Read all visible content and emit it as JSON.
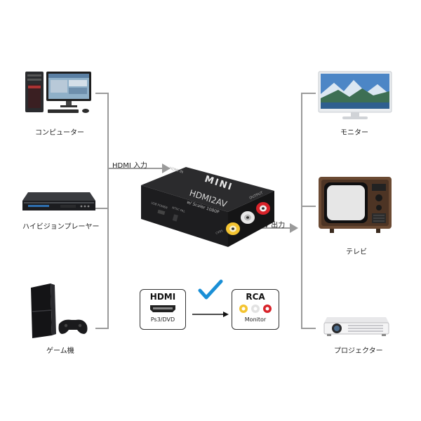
{
  "left_devices": [
    {
      "label": "コンピューター",
      "icon": "desktop-computer-icon"
    },
    {
      "label": "ハイビジョンプレーヤー",
      "icon": "bluray-player-icon"
    },
    {
      "label": "ゲーム機",
      "icon": "game-console-icon"
    }
  ],
  "right_devices": [
    {
      "label": "モニター",
      "icon": "monitor-icon"
    },
    {
      "label": "テレビ",
      "icon": "retro-tv-icon"
    },
    {
      "label": "プロジェクター",
      "icon": "projector-icon"
    }
  ],
  "connections": {
    "input_label": "HDMI 入力",
    "output_label": "AV 出力"
  },
  "converter": {
    "brand": "MINI",
    "model": "HDMI2AV",
    "subtitle": "w/ Scaler 1080P",
    "input_port": "HDMI IN",
    "output_port": "OUTPUT",
    "usb_label": "USB POWER",
    "switch_label": "NTSC PAL",
    "video_label": "CVBS"
  },
  "flow_diagram": {
    "source_title": "HDMI",
    "source_sub": "Ps3/DVD",
    "target_title": "RCA",
    "target_sub": "Monitor"
  },
  "colors": {
    "connector_line": "#9a9a9a",
    "checkmark": "#1a8fd6",
    "rca_yellow": "#f4c431",
    "rca_white": "#eeeeee",
    "rca_red": "#d8232a"
  }
}
